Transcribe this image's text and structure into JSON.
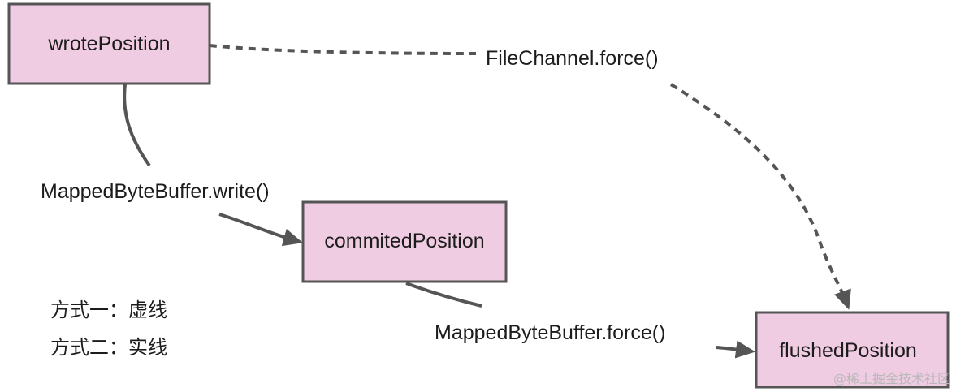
{
  "nodes": {
    "wrote": {
      "label": "wrotePosition"
    },
    "commited": {
      "label": "commitedPosition"
    },
    "flushed": {
      "label": "flushedPosition"
    }
  },
  "edges": {
    "file_channel_force": {
      "label": "FileChannel.force()",
      "style": "dashed"
    },
    "mapped_write": {
      "label": "MappedByteBuffer.write()",
      "style": "solid"
    },
    "mapped_force": {
      "label": "MappedByteBuffer.force()",
      "style": "solid"
    }
  },
  "legend": {
    "line1": "方式一：虚线",
    "line2": "方式二：实线"
  },
  "watermark": "@稀土掘金技术社区",
  "colors": {
    "node_fill": "#f0cce3",
    "node_stroke": "#555555",
    "edge": "#555555",
    "text": "#1c1c1c"
  }
}
